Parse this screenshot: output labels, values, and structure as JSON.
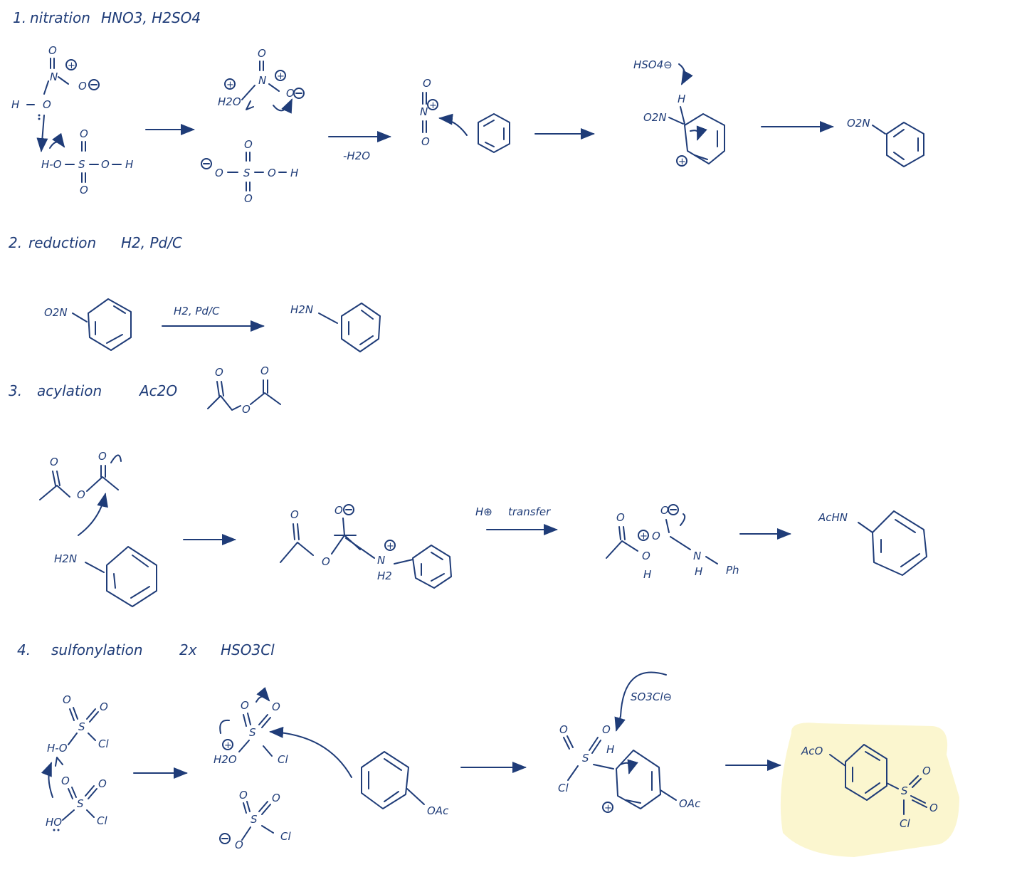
{
  "steps": {
    "s1": {
      "number": "1.",
      "name": "nitration",
      "reagents": "HNO3, H2SO4"
    },
    "s2": {
      "number": "2.",
      "name": "reduction",
      "reagents": "H2, Pd/C"
    },
    "s3": {
      "number": "3.",
      "name": "acylation",
      "reagents": "Ac2O"
    },
    "s4": {
      "number": "4.",
      "name": "sulfonylation",
      "reagents": "HSO3Cl",
      "equiv": "2x"
    }
  },
  "labels": {
    "minus_water": "-H2O",
    "hso4_minus": "HSO4⊖",
    "h_plus": "H⊕",
    "transfer": "transfer",
    "o2n": "O2N",
    "h2n": "H2N",
    "h2o": "H2O",
    "achn": "AcHN",
    "aco": "AcO",
    "oac": "OAc",
    "ph": "Ph",
    "so3cl_minus": "SO3Cl⊖",
    "h2_pdc": "H2, Pd/C",
    "plus": "⊕",
    "minus": "⊖",
    "O": "O",
    "N": "N",
    "S": "S",
    "H": "H",
    "Cl": "Cl",
    "HO": "HO",
    "OH": "H-O",
    "nh": "N",
    "h2": "H2"
  },
  "colors": {
    "ink": "#1f3c78",
    "highlight": "#fbf6cf"
  }
}
